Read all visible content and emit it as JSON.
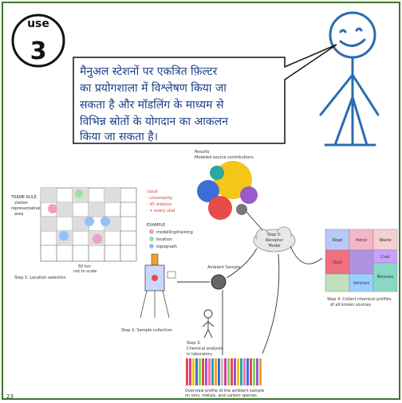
{
  "badge": {
    "word": "use",
    "number": "3"
  },
  "speech": {
    "lines": [
      "मैनुअल स्टेशनों पर एकत्रित फ़िल्टर",
      "का प्रयोगशाला में विश्लेषण किया जा",
      "सकता है और मॉडलिंग के माध्यम से",
      "विभिन्न स्रोतों के योगदान का आकलन",
      "किया जा सकता है।"
    ]
  },
  "page_number": "23",
  "diagram": {
    "result_label": [
      "Results:",
      "Modeled source contributions"
    ],
    "grid_title": [
      "TRAME RULE",
      "station",
      "representative",
      "area"
    ],
    "grid_size": [
      "50 km",
      "not to scale"
    ],
    "legend_items": [
      "cloud",
      "- uncertainty",
      "- 45 stations",
      "- + every ulsd"
    ],
    "sample_title": "EXAMPLE",
    "sample_items": [
      "modelling/training",
      "location",
      "topograph"
    ],
    "step1": "Step 1: Location selection",
    "step2": "Step 2: Sample collection",
    "ambient_label": "Ambient Sample",
    "step3": [
      "Step 3:",
      "Chemical analysis",
      "in laboratory"
    ],
    "step4": [
      "Step 4: Collect chemical profiles",
      "of all known sources"
    ],
    "step5": [
      "Step 5:",
      "Receptor",
      "Model"
    ],
    "sources": [
      "Road",
      "Petrol",
      "Waste",
      "Dust",
      "",
      "Coal",
      "",
      "Biomass",
      "Vehicles"
    ],
    "overview": [
      "Overview profile of the ambient sample",
      "on ions, metals, and carbon species"
    ]
  },
  "colors": {
    "border": "#3a7a2a",
    "stick": "#2b6cb0",
    "text": "#1a3f8a"
  }
}
